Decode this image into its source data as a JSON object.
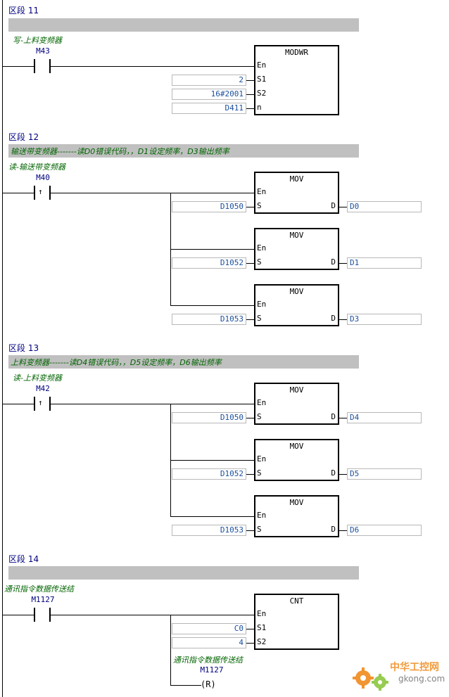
{
  "segments": [
    {
      "label": "区段 11",
      "bar_text": "",
      "comment": "写-上料变频器",
      "contact": "M43",
      "contact_type": "NO",
      "blocks": [
        {
          "title": "MODWR",
          "pins_left": [
            "En",
            "S1",
            "S2",
            "n"
          ],
          "operands": [
            "2",
            "16#2001",
            "D411"
          ]
        }
      ]
    },
    {
      "label": "区段 12",
      "bar_text": "输送带变频器-------读D0错误代码，，D1设定频率，D3输出频率",
      "comment": "读-输送带变频器",
      "contact": "M40",
      "contact_type": "rising",
      "blocks": [
        {
          "title": "MOV",
          "pin_en": "En",
          "pin_s": "S",
          "pin_d": "D",
          "source": "D1050",
          "dest": "D0"
        },
        {
          "title": "MOV",
          "pin_en": "En",
          "pin_s": "S",
          "pin_d": "D",
          "source": "D1052",
          "dest": "D1"
        },
        {
          "title": "MOV",
          "pin_en": "En",
          "pin_s": "S",
          "pin_d": "D",
          "source": "D1053",
          "dest": "D3"
        }
      ]
    },
    {
      "label": "区段 13",
      "bar_text": "上料变频器-------读D4错误代码，，D5设定频率，D6输出频率",
      "comment": "读-上料变频器",
      "contact": "M42",
      "contact_type": "rising",
      "blocks": [
        {
          "title": "MOV",
          "pin_en": "En",
          "pin_s": "S",
          "pin_d": "D",
          "source": "D1050",
          "dest": "D4"
        },
        {
          "title": "MOV",
          "pin_en": "En",
          "pin_s": "S",
          "pin_d": "D",
          "source": "D1052",
          "dest": "D5"
        },
        {
          "title": "MOV",
          "pin_en": "En",
          "pin_s": "S",
          "pin_d": "D",
          "source": "D1053",
          "dest": "D6"
        }
      ]
    },
    {
      "label": "区段 14",
      "bar_text": "",
      "comment": "通讯指令数据传送结",
      "contact": "M1127",
      "contact_type": "NO",
      "blocks": [
        {
          "title": "CNT",
          "pins_left": [
            "En",
            "S1",
            "S2"
          ],
          "operands": [
            "C0",
            "4"
          ]
        }
      ],
      "coil_comment": "通讯指令数据传送结",
      "coil_label": "M1127",
      "coil_symbol": "R"
    }
  ],
  "watermark": {
    "main": "中华工控网",
    "sub": "gkong.com",
    "colors": {
      "orange": "#f08a1c",
      "green": "#8cc63f"
    }
  }
}
